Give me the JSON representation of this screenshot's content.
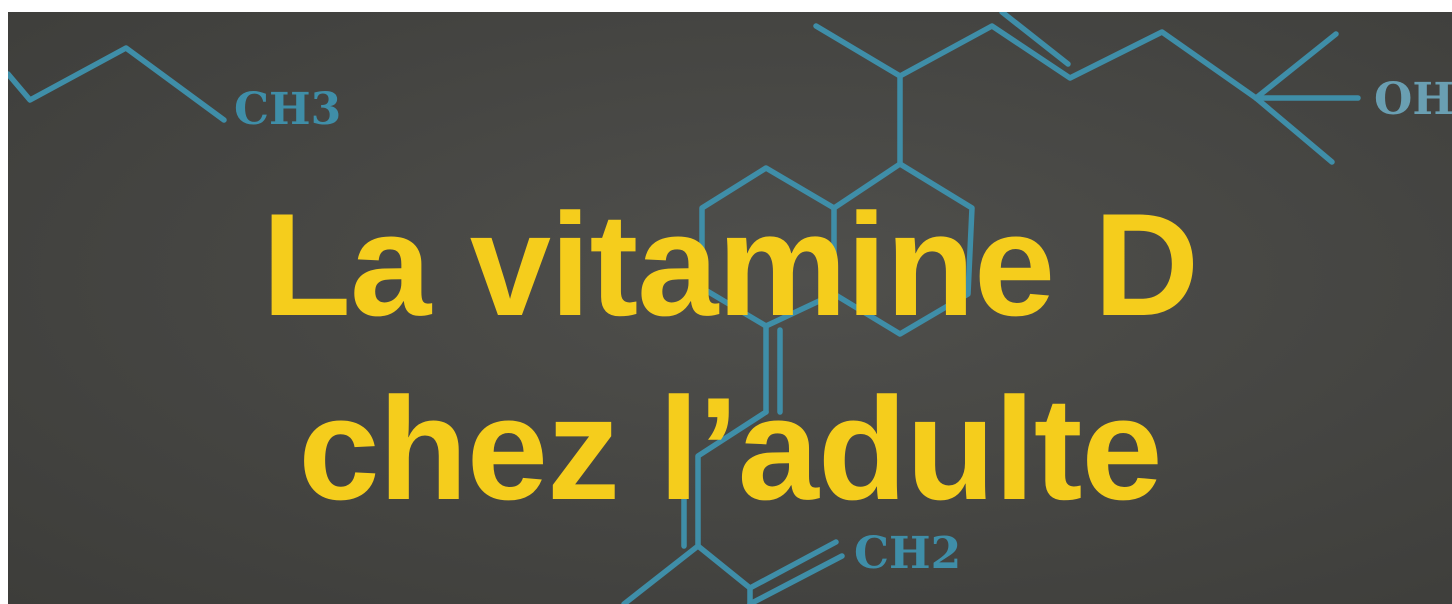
{
  "title": {
    "line1": "La vitamine D",
    "line2": "chez l’adulte"
  },
  "molecule": {
    "labels": {
      "methyl": "CH3",
      "hydroxyl": "OH",
      "methylene": "CH2"
    }
  },
  "colors": {
    "background": "#474744",
    "title_text": "#f5cd1c",
    "bonds": "#3f8ea8"
  }
}
